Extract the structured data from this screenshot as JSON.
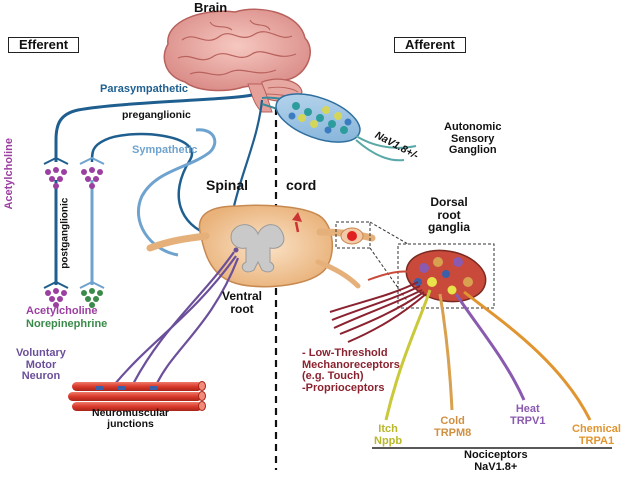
{
  "labels": {
    "brain": "Brain",
    "efferent": "Efferent",
    "afferent": "Afferent",
    "parasympathetic": "Parasympathetic",
    "preganglionic": "preganglionic",
    "sympathetic": "Sympathetic",
    "acetylcholine_vertical": "Acetylcholine",
    "postganglionic": "postganglionic",
    "acetylcholine": "Acetylcholine",
    "norepinephrine": "Norepinephrine",
    "spinal": "Spinal",
    "cord": "cord",
    "dorsal_root_ganglia": [
      "Dorsal",
      "root",
      "ganglia"
    ],
    "ventral_root": [
      "Ventral",
      "root"
    ],
    "voluntary_motor_neuron": [
      "Voluntary",
      "Motor",
      "Neuron"
    ],
    "neuromuscular_junctions": [
      "Neuromuscular",
      "junctions"
    ],
    "nav18_ganglion": "NaV1.8+/-",
    "autonomic_sensory_ganglion": [
      "Autonomic",
      "Sensory",
      "Ganglion"
    ],
    "mechanoreceptors": [
      "- Low-Threshold",
      "Mechanoreceptors",
      "(e.g. Touch)",
      "-Proprioceptors"
    ],
    "itch": [
      "Itch",
      "Nppb"
    ],
    "cold": [
      "Cold",
      "TRPM8"
    ],
    "heat": [
      "Heat",
      "TRPV1"
    ],
    "chemical": [
      "Chemical",
      "TRPA1"
    ],
    "nociceptors": [
      "Nociceptors",
      "NaV1.8+"
    ]
  },
  "colors": {
    "parasympathetic": "#1f5f8f",
    "sympathetic": "#6fa3cf",
    "acetylcholine": "#9b3fa0",
    "norepinephrine": "#3a8a4a",
    "motor": "#6b4f9a",
    "mechano": "#8b2230",
    "itch": "#c9c93a",
    "cold": "#d9a050",
    "heat": "#8a5ab0",
    "chemical": "#e09530",
    "muscle": "#d93a2a"
  }
}
